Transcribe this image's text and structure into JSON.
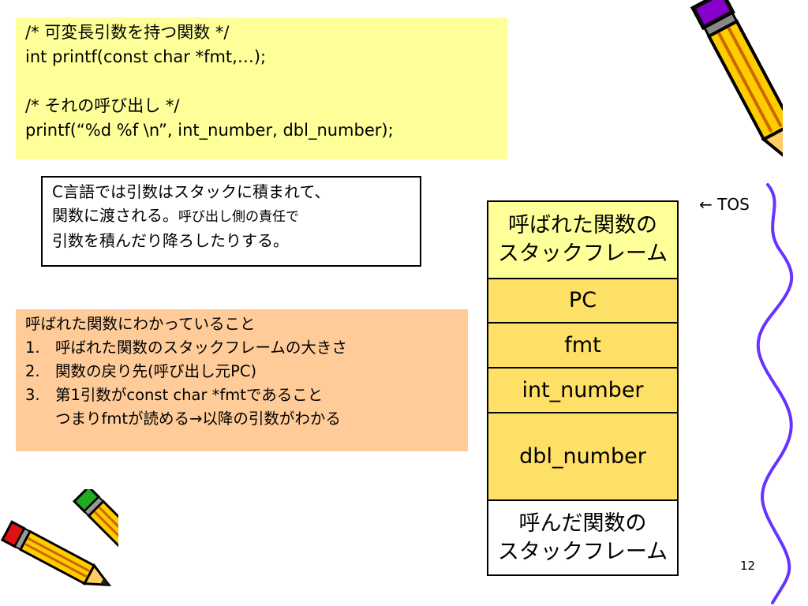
{
  "code": {
    "lines": [
      "/* 可変長引数を持つ関数 */",
      "int printf(const char *fmt,…);",
      "",
      "/* それの呼び出し */",
      "printf(“%d %f \\n”, int_number, dbl_number);"
    ]
  },
  "note": {
    "line1": "C言語では引数はスタックに積まれて、",
    "line2_main": "関数に渡される。",
    "line2_small": "呼び出し側の責任で",
    "line3": "引数を積んだり降ろしたりする。"
  },
  "info": {
    "heading": "呼ばれた関数にわかっていること",
    "items": [
      {
        "num": "1.",
        "text": "呼ばれた関数のスタックフレームの大きさ"
      },
      {
        "num": "2.",
        "text": "関数の戻り先(呼び出し元PC)"
      },
      {
        "num": "3.",
        "text": "第1引数がconst char *fmtであること"
      }
    ],
    "continuation": "つまりfmtが読める→以降の引数がわかる"
  },
  "stack": {
    "cells": [
      {
        "label": "呼ばれた関数の\nスタックフレーム",
        "color": "#ffff99"
      },
      {
        "label": "PC",
        "color": "#ffe066"
      },
      {
        "label": "fmt",
        "color": "#ffe066"
      },
      {
        "label": "int_number",
        "color": "#ffe066"
      },
      {
        "label": "dbl_number",
        "color": "#ffe066"
      },
      {
        "label": "呼んだ関数の\nスタックフレーム",
        "color": "#ffffff"
      }
    ]
  },
  "tos_label": "← TOS",
  "page_number": "12",
  "decorations": {
    "top_right": "pencil-icon",
    "bottom_left": "crossed-pencils-icon"
  }
}
